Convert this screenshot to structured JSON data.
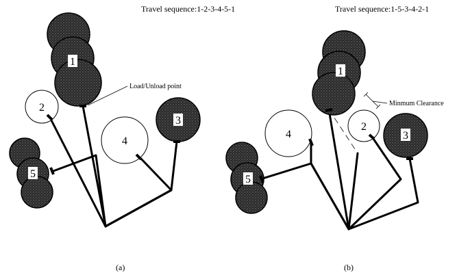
{
  "panels": [
    {
      "id": "a",
      "sequence_label": "Travel sequence:1-2-3-4-5-1",
      "caption": "(a)",
      "annotation": "Load/Unload point",
      "nodes": [
        {
          "label": "1",
          "style": "hatched"
        },
        {
          "label": "2",
          "style": "open"
        },
        {
          "label": "3",
          "style": "hatched"
        },
        {
          "label": "4",
          "style": "open"
        },
        {
          "label": "5",
          "style": "hatched"
        }
      ]
    },
    {
      "id": "b",
      "sequence_label": "Travel sequence:1-5-3-4-2-1",
      "caption": "(b)",
      "annotation": "Minmum Clearance",
      "nodes": [
        {
          "label": "1",
          "style": "hatched"
        },
        {
          "label": "2",
          "style": "open"
        },
        {
          "label": "3",
          "style": "hatched"
        },
        {
          "label": "4",
          "style": "open"
        },
        {
          "label": "5",
          "style": "hatched"
        }
      ]
    }
  ],
  "colors": {
    "ink": "#000000",
    "hatch_fill": "#2a2a2a",
    "hatch_dots": "#9a9a9a",
    "open_fill": "#ffffff"
  }
}
